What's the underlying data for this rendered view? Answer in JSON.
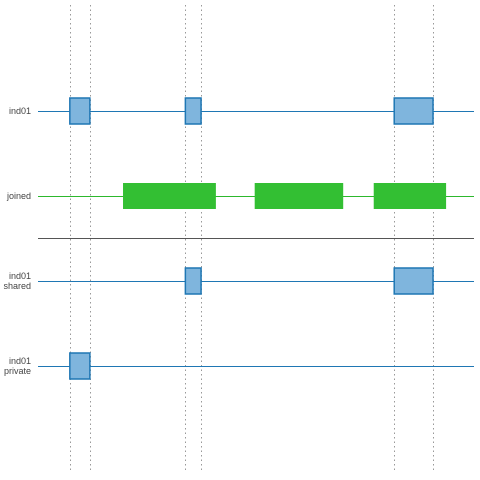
{
  "chart_data": {
    "type": "interval-track-diagram",
    "x_range": [
      0,
      100
    ],
    "marker_lines": [
      7.3,
      11.9,
      33.8,
      37.4,
      81.7,
      90.6
    ],
    "tracks": [
      {
        "label_lines": [
          "ind01"
        ],
        "kind": "exon",
        "color": "#1f77b4",
        "fill": "#7fb5dd",
        "intervals": [
          [
            7.3,
            11.9
          ],
          [
            33.8,
            37.4
          ],
          [
            81.7,
            90.6
          ]
        ]
      },
      {
        "label_lines": [
          "joined"
        ],
        "kind": "segment",
        "color": "#2db82d",
        "fill": "#33bf33",
        "intervals": [
          [
            19.5,
            40.8
          ],
          [
            49.7,
            70.0
          ],
          [
            77.0,
            93.6
          ]
        ]
      },
      {
        "label_lines": [
          "ind01",
          "shared"
        ],
        "kind": "exon",
        "color": "#1f77b4",
        "fill": "#7fb5dd",
        "intervals": [
          [
            33.8,
            37.4
          ],
          [
            81.7,
            90.6
          ]
        ]
      },
      {
        "label_lines": [
          "ind01",
          "private"
        ],
        "kind": "exon",
        "color": "#1f77b4",
        "fill": "#7fb5dd",
        "intervals": [
          [
            7.3,
            11.9
          ]
        ]
      }
    ],
    "separator_after_track": 1,
    "separator_color": "#555555",
    "marker_color": "#999999"
  }
}
